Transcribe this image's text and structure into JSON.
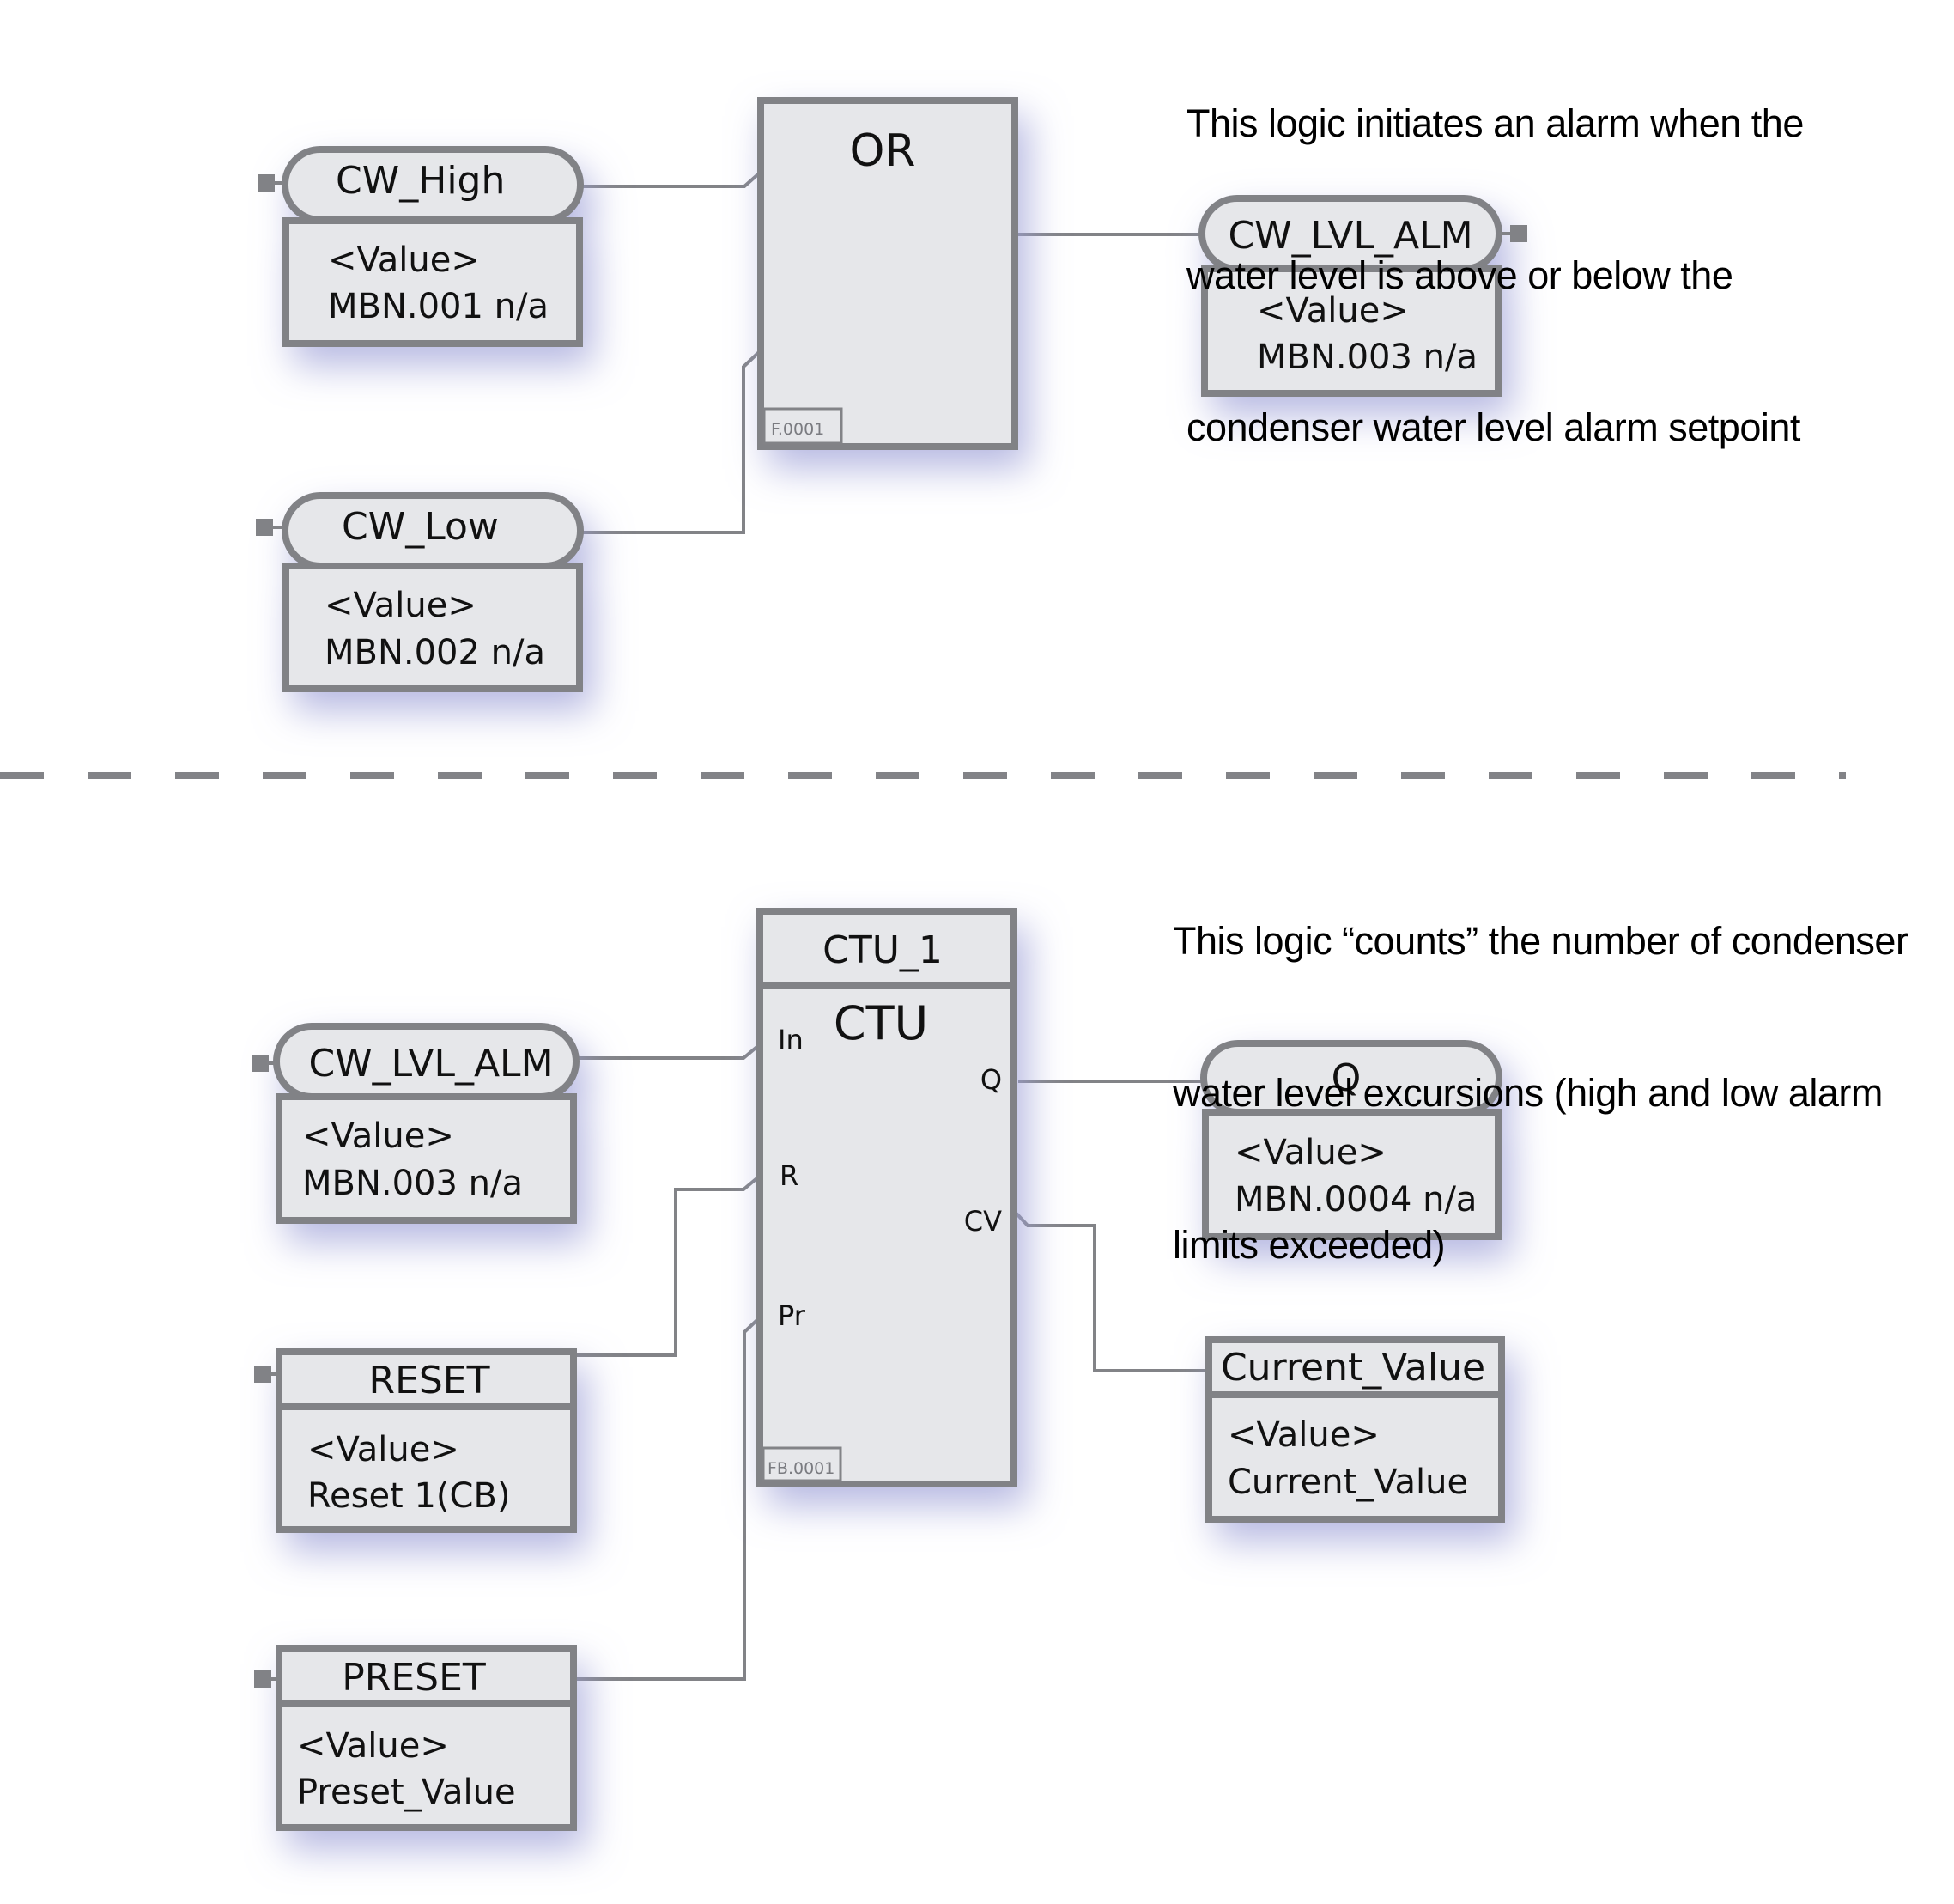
{
  "annotations": {
    "top": [
      "This logic initiates an alarm when the",
      "water level is above or below the",
      "condenser water level alarm setpoint"
    ],
    "bottom": [
      "This logic “counts” the number of condenser",
      "water level excursions (high and low alarm",
      "limits exceeded)"
    ]
  },
  "top_section": {
    "inputs": [
      {
        "name": "CW_High",
        "value_label": "<Value>",
        "address": "MBN.001 n/a"
      },
      {
        "name": "CW_Low",
        "value_label": "<Value>",
        "address": "MBN.002 n/a"
      }
    ],
    "function_block": {
      "type": "OR",
      "id": "F.0001"
    },
    "output": {
      "name": "CW_LVL_ALM",
      "value_label": "<Value>",
      "address": "MBN.003 n/a"
    }
  },
  "bottom_section": {
    "inputs": [
      {
        "name": "CW_LVL_ALM",
        "value_label": "<Value>",
        "address": "MBN.003 n/a"
      },
      {
        "name": "RESET",
        "value_label": "<Value>",
        "address": "Reset 1(CB)"
      },
      {
        "name": "PRESET",
        "value_label": "<Value>",
        "address": "Preset_Value"
      }
    ],
    "function_block": {
      "instance": "CTU_1",
      "type": "CTU",
      "id": "FB.0001",
      "input_pins": [
        "In",
        "R",
        "Pr"
      ],
      "output_pins": [
        "Q",
        "CV"
      ]
    },
    "outputs": [
      {
        "name": "Q",
        "value_label": "<Value>",
        "address": "MBN.0004 n/a"
      },
      {
        "name": "Current_Value",
        "value_label": "<Value>",
        "address": "Current_Value"
      }
    ]
  },
  "colors": {
    "stroke": "#818286",
    "fill": "#e6e7ea",
    "shadow": "#b9bbe0",
    "text": "#111111"
  }
}
